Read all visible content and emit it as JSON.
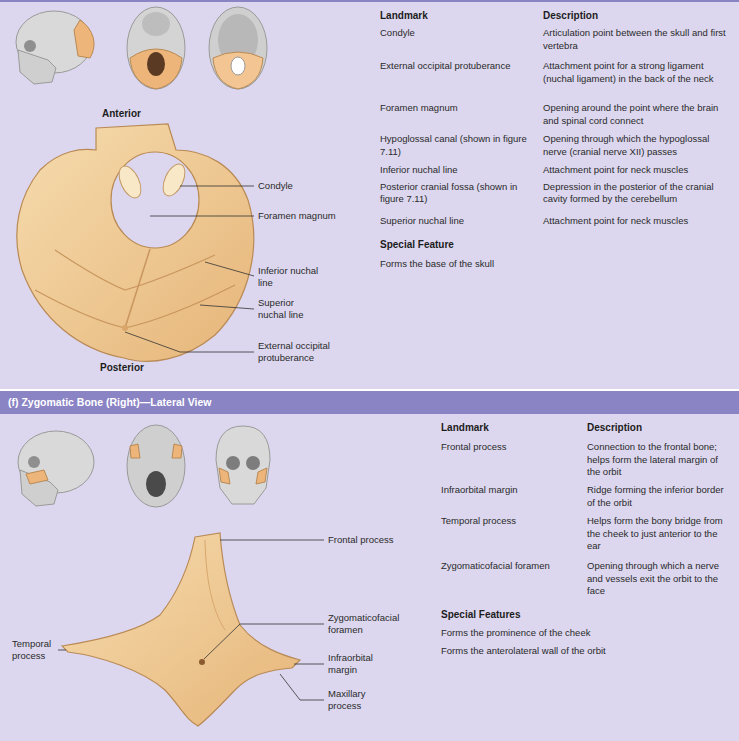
{
  "diagram": {
    "nodes": [
      {
        "text": [
          "(f) Zygomatic Bone (Right)—Lateral View"
        ]
      }
    ],
    "labels": [
      "Anterior",
      "Posterior",
      "Condyle",
      "Foramen magnum",
      "Inferior nuchal line",
      "Superior nuchal line",
      "External occipital protuberance",
      "Landmark",
      "Description",
      "Condyle",
      "Articulation point between the skull and first vertebra",
      "External occipital protuberance",
      "Attachment point for a strong ligament (nuchal ligament) in the back of the neck",
      "Foramen magnum",
      "Opening around the point where the brain and spinal cord connect",
      "Hypoglossal canal (shown in figure 7.11)",
      "Opening through which the hypoglossal nerve (cranial nerve XII) passes",
      "Inferior nuchal line",
      "Attachment point for neck muscles",
      "Posterior cranial fossa (shown in figure 7.11)",
      "Depression in the posterior of the cranial cavity formed by the cerebellum",
      "Superior nuchal line",
      "Attachment point for neck muscles",
      "Special Feature",
      "Forms the base of the skull",
      "Frontal process",
      "Zygomaticofacial foramen",
      "Temporal process",
      "Infraorbital margin",
      "Maxillary process",
      "Landmark",
      "Description",
      "Frontal process",
      "Connection to the frontal bone; helps form the lateral margin of the orbit",
      "Infraorbital margin",
      "Ridge forming the inferior border of the orbit",
      "Temporal process",
      "Helps form the bony bridge from the cheek to just anterior to the ear",
      "Zygomaticofacial foramen",
      "Opening through which a nerve and vessels exit the orbit to the face",
      "Special Features",
      "Forms the prominence of the cheek",
      "Forms the anterolateral wall of the orbit"
    ]
  }
}
